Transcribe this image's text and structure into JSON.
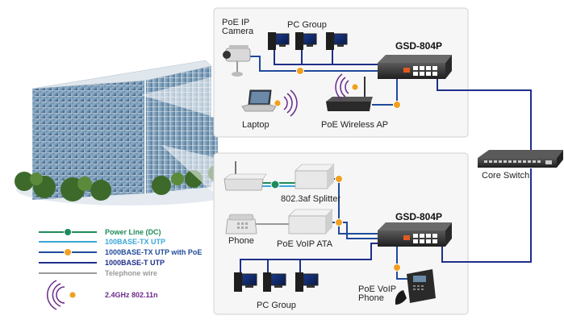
{
  "top_panel": {
    "title": "GSD-804P",
    "camera_label_1": "PoE IP",
    "camera_label_2": "Camera",
    "pc_group_label": "PC Group",
    "laptop_label": "Laptop",
    "ap_label": "PoE Wireless AP"
  },
  "core": {
    "label": "Core Switch"
  },
  "bottom_panel": {
    "title": "GSD-804P",
    "splitter_label": "802.3af Splitter",
    "phone_label": "Phone",
    "ata_label": "PoE VoIP ATA",
    "pc_group_label": "PC Group",
    "voip_phone_label_1": "PoE VoIP",
    "voip_phone_label_2": "Phone"
  },
  "legend": {
    "items": [
      {
        "label": "Power Line (DC)",
        "color": "#1f8a5a"
      },
      {
        "label": "100BASE-TX UTP",
        "color": "#3aa6d8"
      },
      {
        "label": "1000BASE-TX UTP with PoE",
        "color": "#1f4a9a"
      },
      {
        "label": "1000BASE-T UTP",
        "color": "#1f2f8a"
      },
      {
        "label": "Telephone wire",
        "color": "#9a9a9a"
      },
      {
        "label": "2.4GHz 802.11n",
        "color": "#6a2a8a"
      }
    ]
  },
  "colors": {
    "utp_dark": "#1f2f8a",
    "utp_poe": "#1f4a9a",
    "power_line": "#1f8a5a",
    "utp_light": "#3aa6d8",
    "telephone": "#9a9a9a",
    "wifi": "#6a2a8a",
    "poe_dot": "#f0a020",
    "panel_bg": "#f6f6f6",
    "panel_border": "#d0d0d0"
  }
}
